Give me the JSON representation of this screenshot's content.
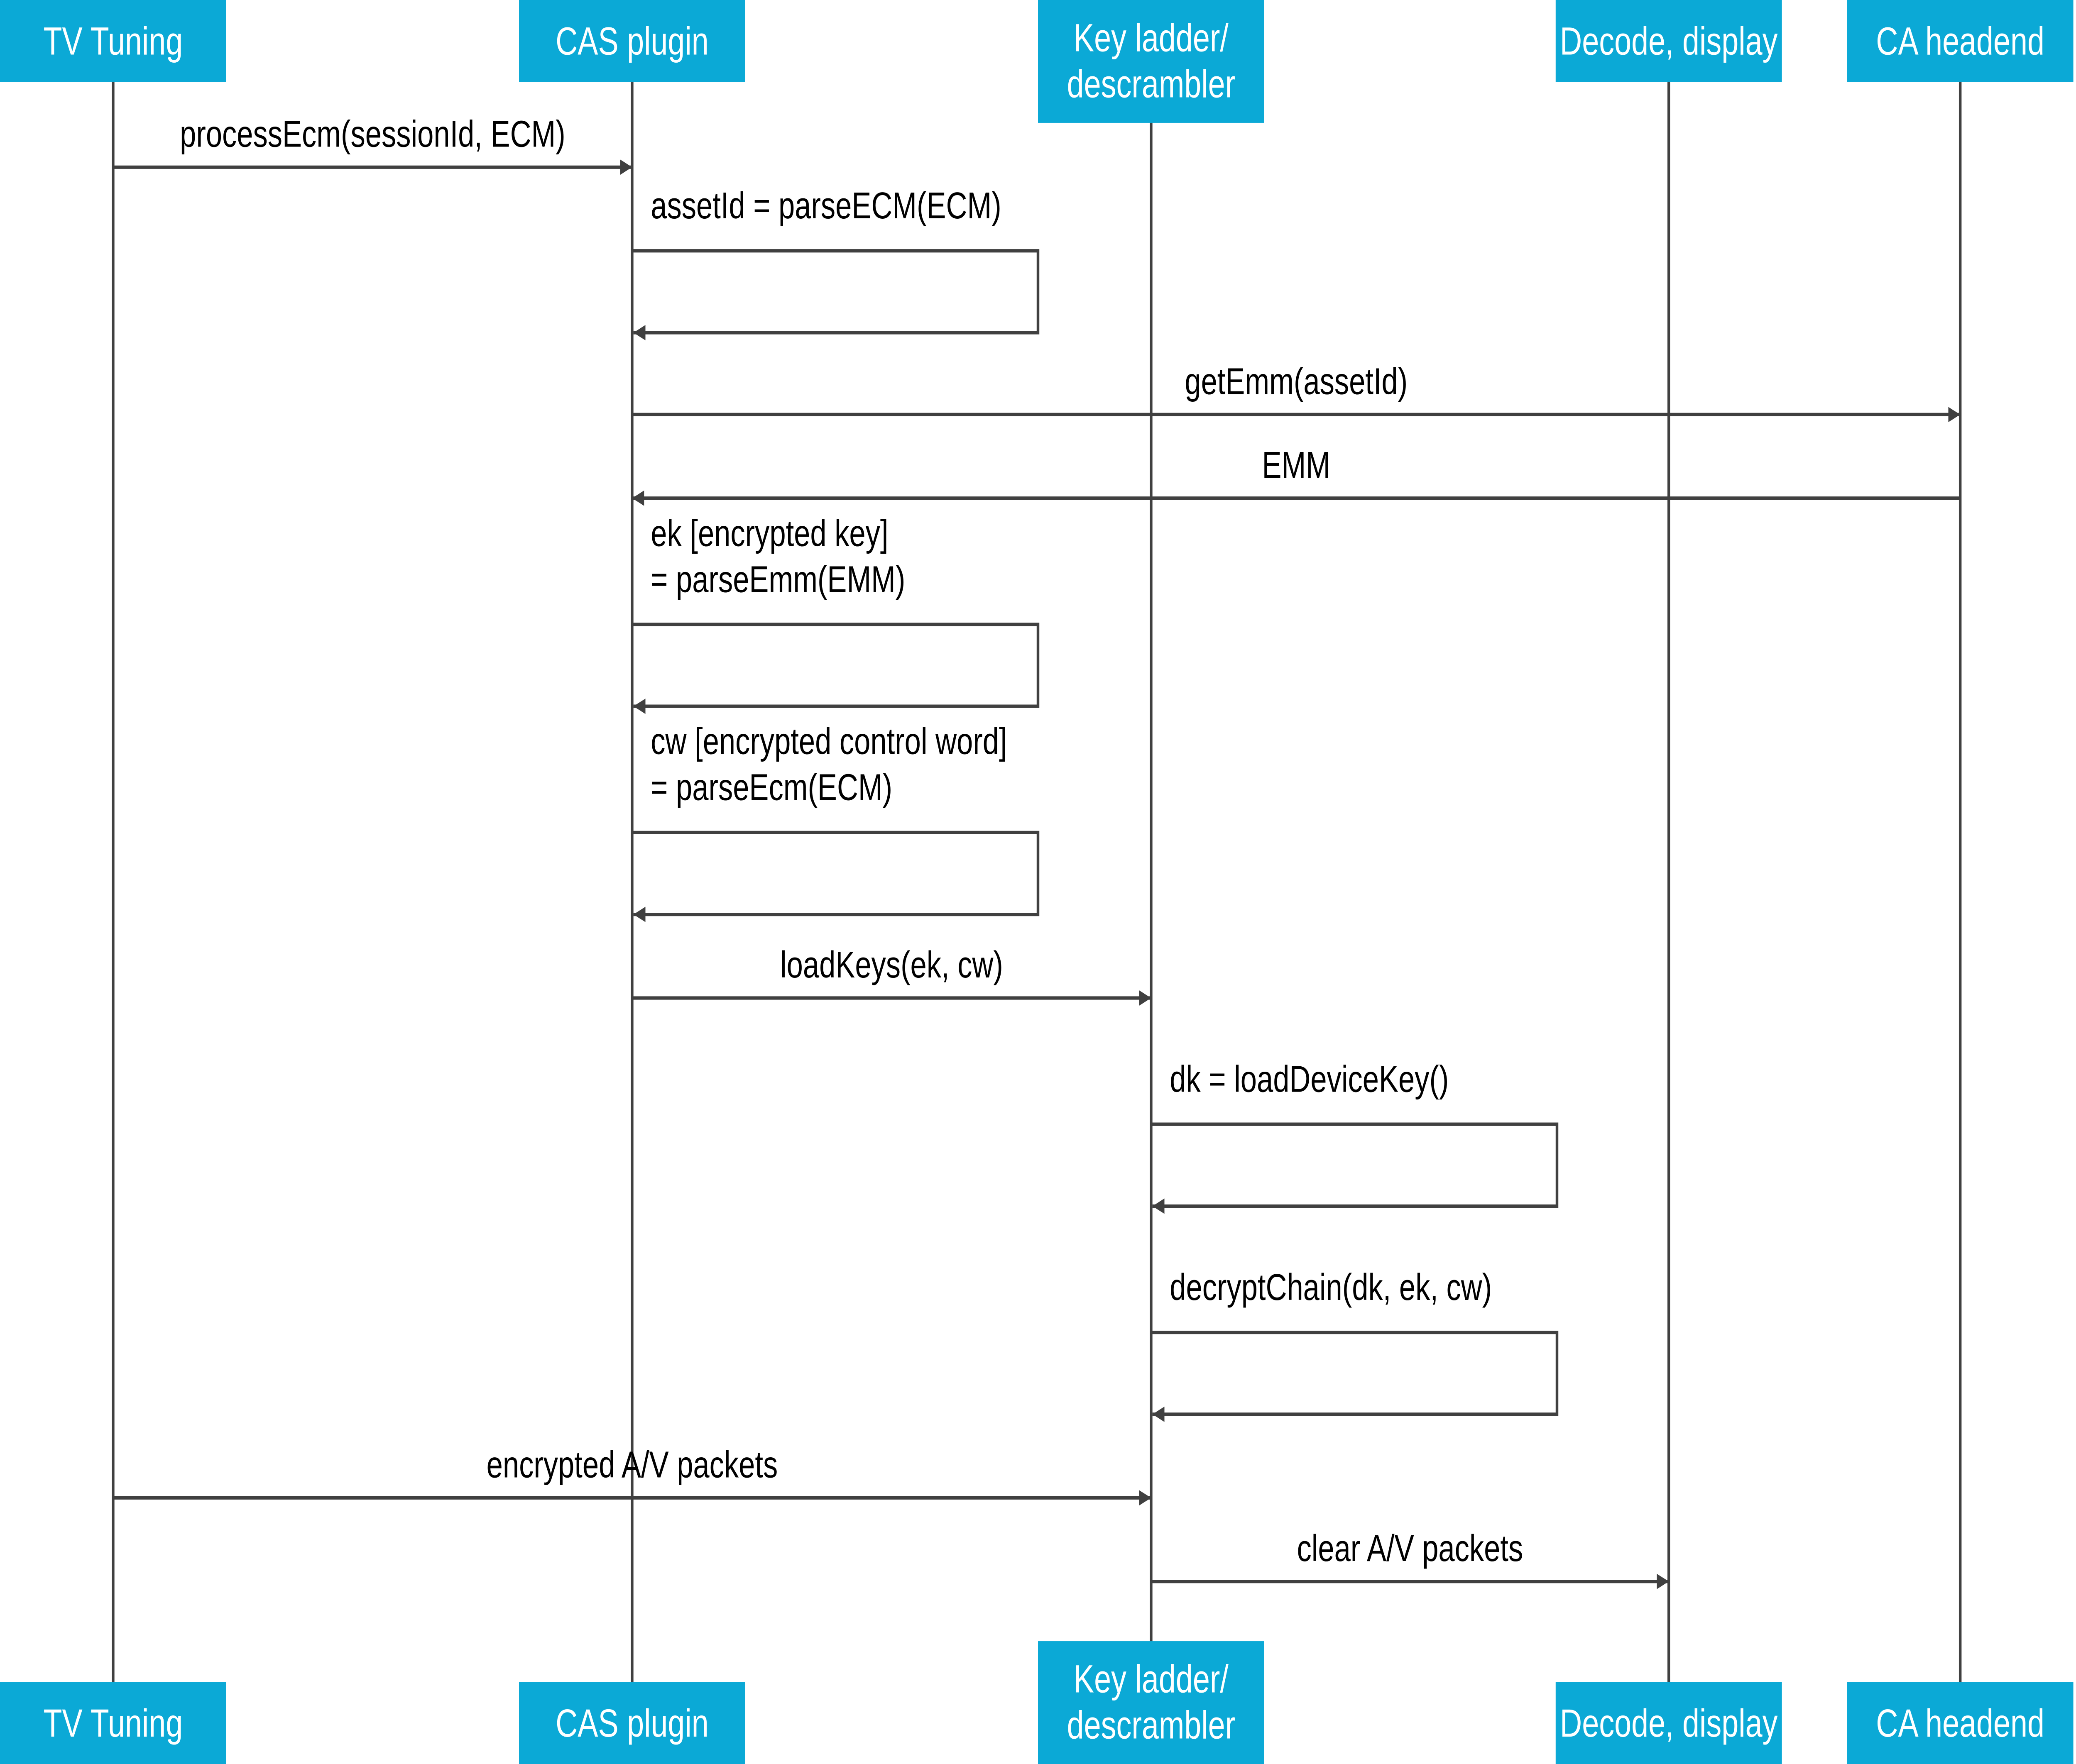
{
  "colors": {
    "header_fill": "#0BA9D6",
    "header_text": "#FFFFFF",
    "line": "#404040",
    "label": "#000000"
  },
  "participants": [
    {
      "id": "tv",
      "label": [
        "TV Tuning"
      ]
    },
    {
      "id": "cas",
      "label": [
        "CAS plugin"
      ]
    },
    {
      "id": "key",
      "label": [
        "Key ladder/",
        "descrambler"
      ]
    },
    {
      "id": "dec",
      "label": [
        "Decode, display"
      ]
    },
    {
      "id": "ca",
      "label": [
        "CA headend"
      ]
    }
  ],
  "messages": [
    {
      "from": "tv",
      "to": "cas",
      "label": [
        "processEcm(sessionId, ECM)"
      ]
    },
    {
      "from": "cas",
      "to": "cas",
      "label": [
        "assetId = parseECM(ECM)"
      ]
    },
    {
      "from": "cas",
      "to": "ca",
      "label": [
        "getEmm(assetId)"
      ]
    },
    {
      "from": "ca",
      "to": "cas",
      "label": [
        "EMM"
      ]
    },
    {
      "from": "cas",
      "to": "cas",
      "label": [
        "ek [encrypted key]",
        "= parseEmm(EMM)"
      ]
    },
    {
      "from": "cas",
      "to": "cas",
      "label": [
        "cw [encrypted control word]",
        "= parseEcm(ECM)"
      ]
    },
    {
      "from": "cas",
      "to": "key",
      "label": [
        "loadKeys(ek, cw)"
      ]
    },
    {
      "from": "key",
      "to": "key",
      "label": [
        "dk = loadDeviceKey()"
      ]
    },
    {
      "from": "key",
      "to": "key",
      "label": [
        "decryptChain(dk, ek, cw)"
      ]
    },
    {
      "from": "tv",
      "to": "key",
      "label": [
        "encrypted A/V packets"
      ]
    },
    {
      "from": "key",
      "to": "dec",
      "label": [
        "clear A/V packets"
      ]
    }
  ]
}
